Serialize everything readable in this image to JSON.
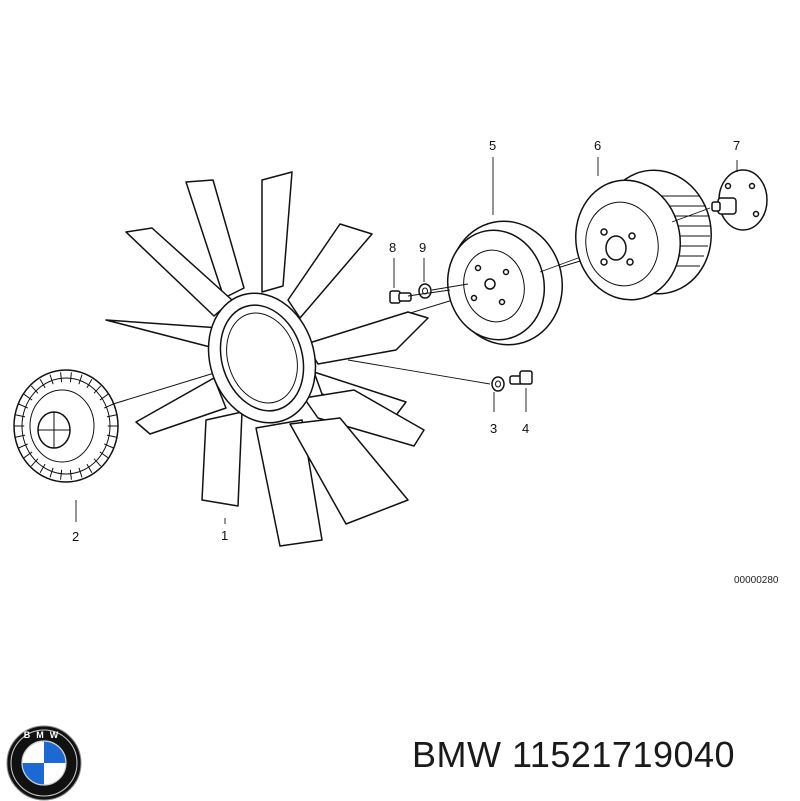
{
  "diagram": {
    "callouts": {
      "fan": "1",
      "viscous_clutch": "2",
      "washer_lower": "3",
      "bolt_lower": "4",
      "pulley": "5",
      "drive_pulley": "6",
      "hub": "7",
      "bolt_upper": "8",
      "washer_upper": "9"
    },
    "drawing_code": "00000280"
  },
  "caption": {
    "text": "BMW 11521719040"
  },
  "logo": {
    "lettering": "BMW",
    "colors": {
      "blue": "#1c69d4",
      "black": "#111111",
      "white": "#ffffff"
    }
  }
}
